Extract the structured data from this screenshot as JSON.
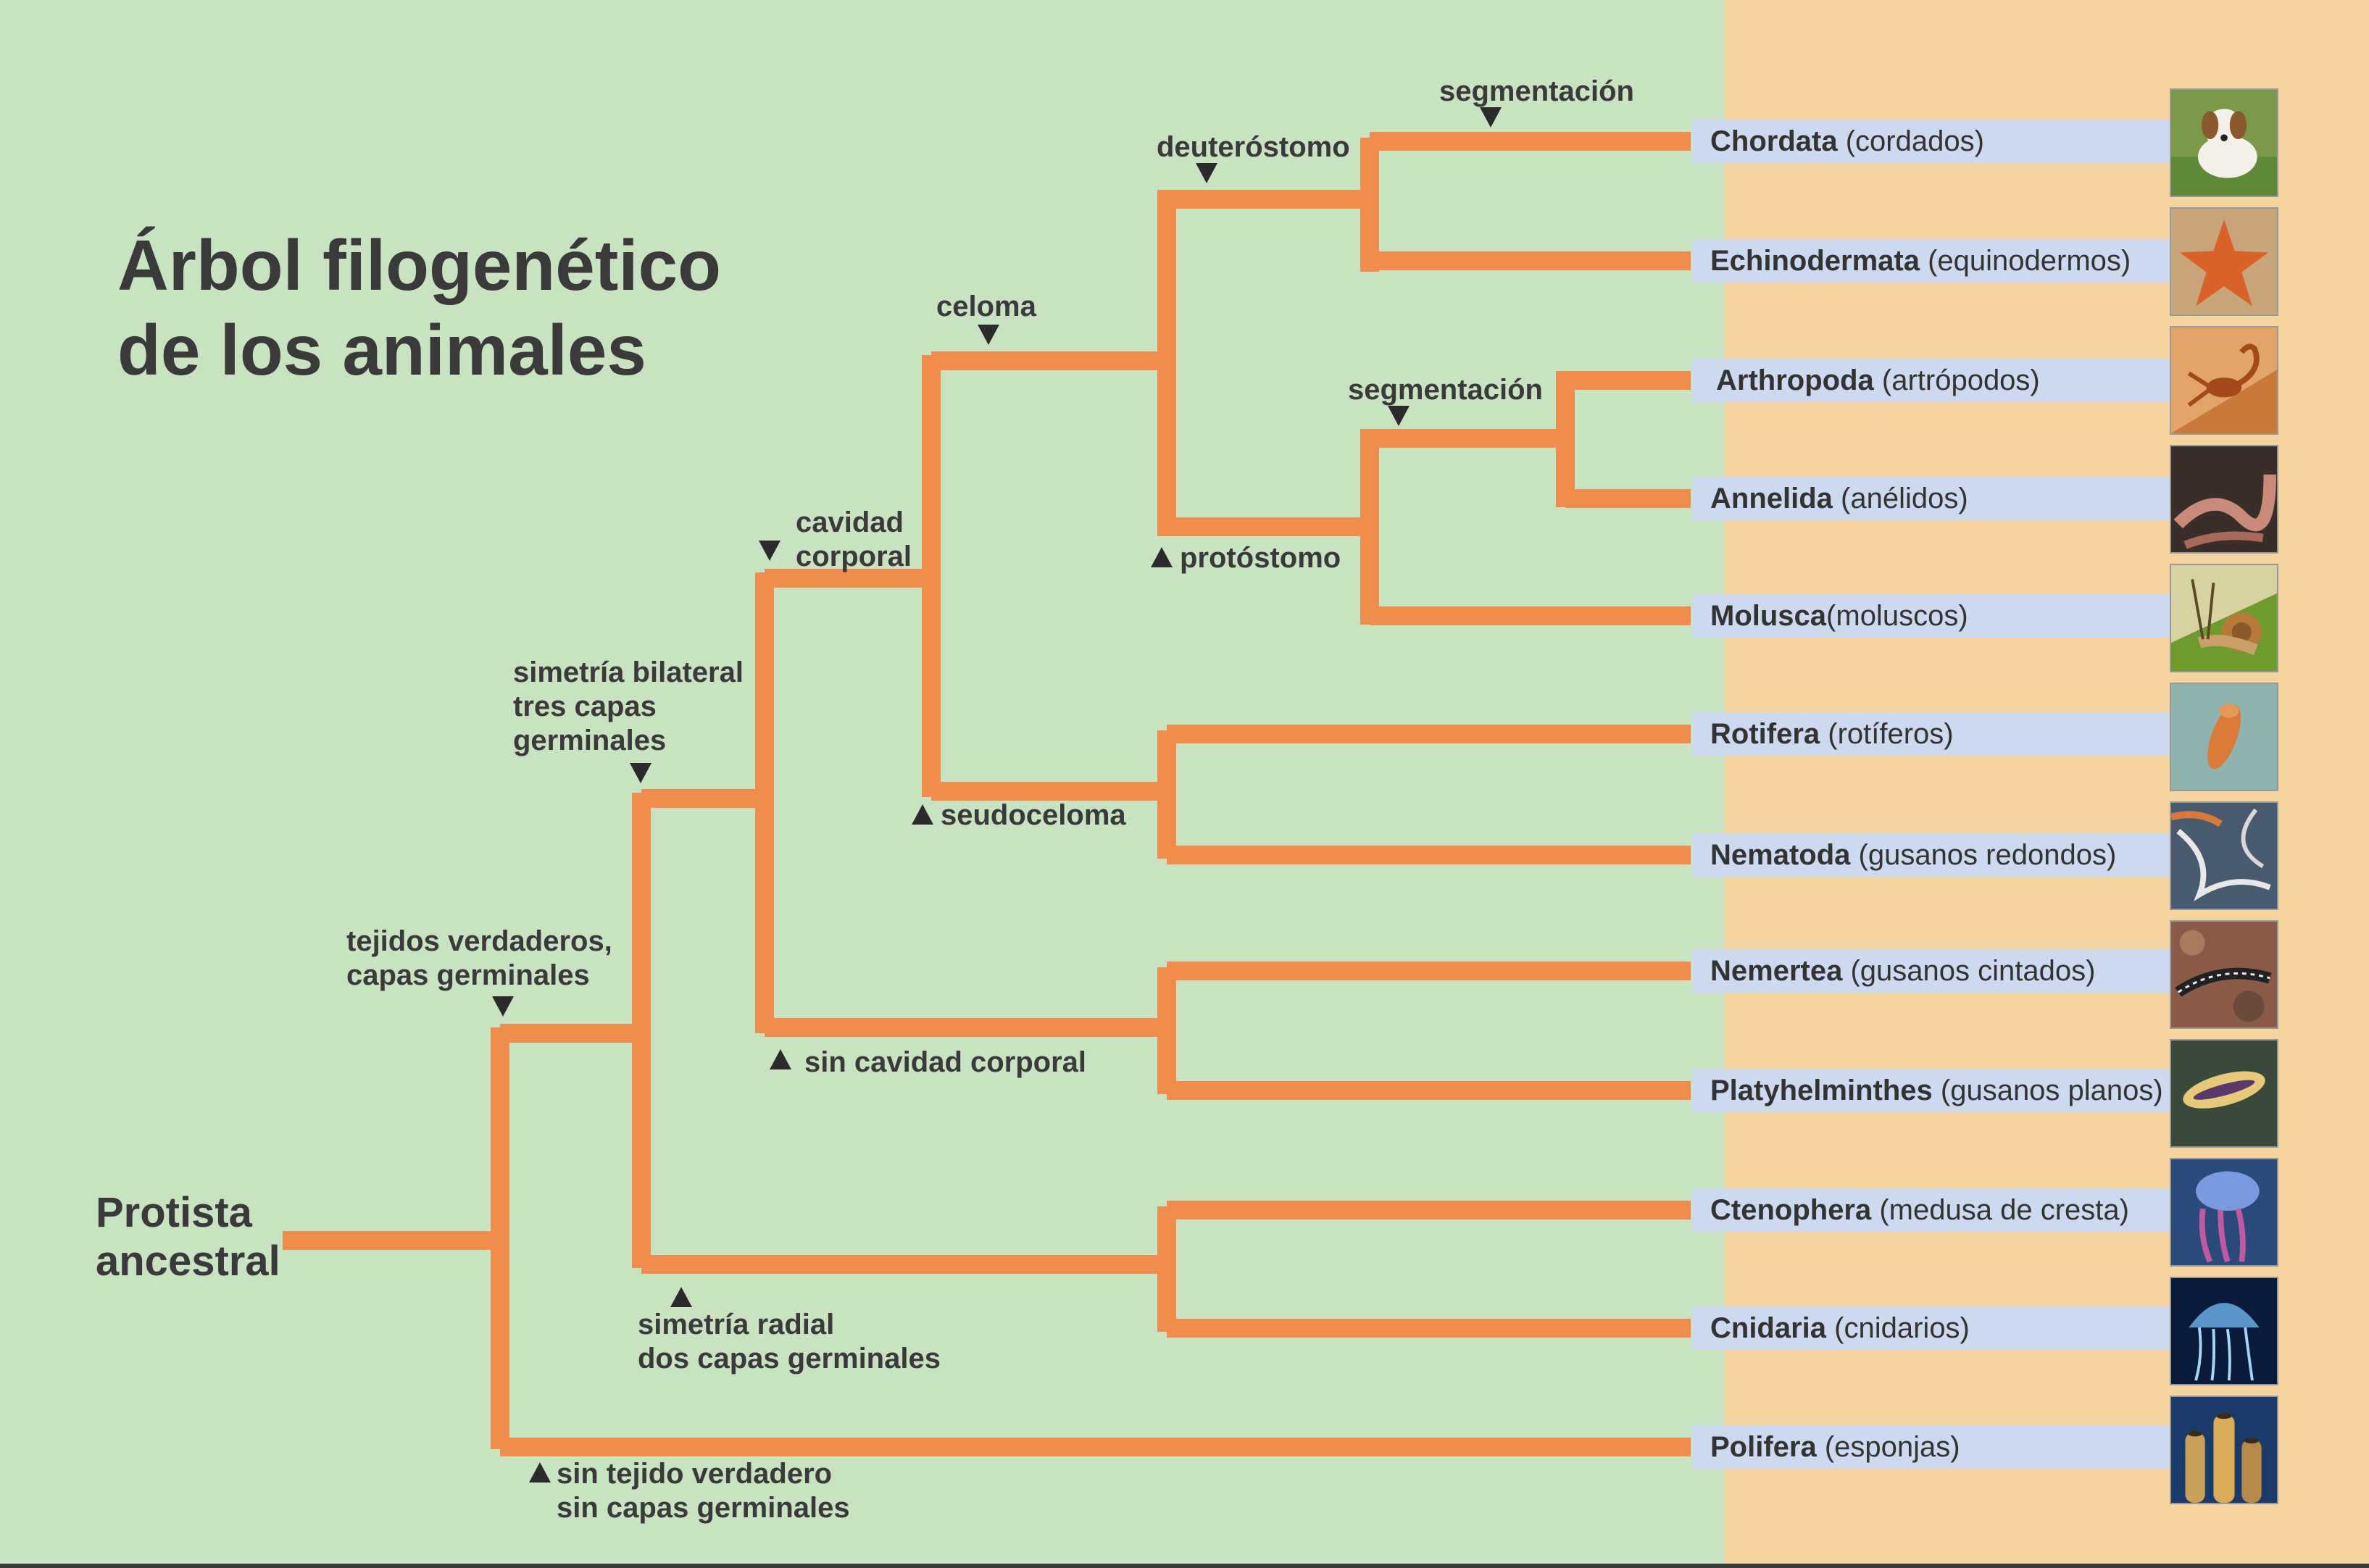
{
  "title": {
    "line1": "Árbol filogenético",
    "line2": "de los animales"
  },
  "root": {
    "line1": "Protista",
    "line2": "ancestral"
  },
  "nodes": {
    "tejidos": {
      "line1": "tejidos verdaderos,",
      "line2": "capas germinales"
    },
    "sin_tejido": {
      "line1": "sin tejido verdadero",
      "line2": "sin capas germinales"
    },
    "bilateral": {
      "line1": "simetría bilateral",
      "line2": "tres capas",
      "line3": "germinales"
    },
    "radial": {
      "line1": "simetría radial",
      "line2": "dos capas germinales"
    },
    "cavidad": {
      "line1": "cavidad",
      "line2": "corporal"
    },
    "sin_cavidad": "sin cavidad corporal",
    "celoma": "celoma",
    "seudoceloma": "seudoceloma",
    "deuterostomo": "deuteróstomo",
    "protostomo": "protóstomo",
    "segmentacion_1": "segmentación",
    "segmentacion_2": "segmentación"
  },
  "taxa": [
    {
      "name": "Chordata",
      "common": " (cordados)",
      "photo_color": "#7a9a4a",
      "photo": "dog"
    },
    {
      "name": "Echinodermata",
      "common": " (equinodermos)",
      "photo_color": "#c9a57a",
      "photo": "starfish"
    },
    {
      "name": "Arthropoda",
      "common": " (artrópodos)",
      "photo_color": "#d68a4a",
      "photo": "scorpion"
    },
    {
      "name": "Annelida",
      "common": " (anélidos)",
      "photo_color": "#3a2e28",
      "photo": "worm"
    },
    {
      "name": "Molusca",
      "common": "(moluscos)",
      "photo_color": "#8fae3e",
      "photo": "snail"
    },
    {
      "name": "Rotifera",
      "common": " (rotíferos)",
      "photo_color": "#8fb4b0",
      "photo": "rotifer"
    },
    {
      "name": "Nematoda",
      "common": " (gusanos redondos)",
      "photo_color": "#4a5a6e",
      "photo": "nematode"
    },
    {
      "name": "Nemertea",
      "common": " (gusanos cintados)",
      "photo_color": "#8a5a48",
      "photo": "ribbon-worm"
    },
    {
      "name": "Platyhelminthes",
      "common": " (gusanos planos)",
      "photo_color": "#3a4a3a",
      "photo": "flatworm"
    },
    {
      "name": "Ctenophera",
      "common": " (medusa de cresta)",
      "photo_color": "#2a4a7a",
      "photo": "comb-jelly"
    },
    {
      "name": "Cnidaria",
      "common": " (cnidarios)",
      "photo_color": "#0a1a3a",
      "photo": "jellyfish"
    },
    {
      "name": "Polifera",
      "common": " (esponjas)",
      "photo_color": "#1a3a6a",
      "photo": "sponge"
    }
  ],
  "colors": {
    "branch": "#ef8c4e",
    "left_bg": "#c9e3c2",
    "right_bg": "#f6d4a0",
    "label_bg": "#cdd9ef"
  }
}
